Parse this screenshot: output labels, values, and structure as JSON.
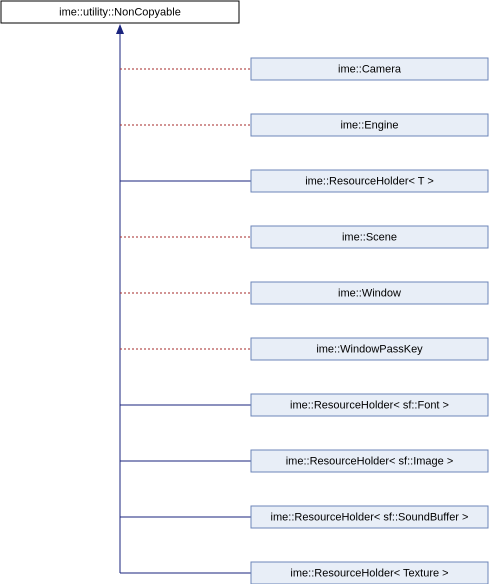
{
  "diagram": {
    "base": {
      "label": "ime::utility::NonCopyable"
    },
    "derived": [
      {
        "label": "ime::Camera",
        "relation": "private"
      },
      {
        "label": "ime::Engine",
        "relation": "private"
      },
      {
        "label": "ime::ResourceHolder< T >",
        "relation": "public"
      },
      {
        "label": "ime::Scene",
        "relation": "private"
      },
      {
        "label": "ime::Window",
        "relation": "private"
      },
      {
        "label": "ime::WindowPassKey",
        "relation": "private"
      },
      {
        "label": "ime::ResourceHolder< sf::Font >",
        "relation": "public"
      },
      {
        "label": "ime::ResourceHolder< sf::Image >",
        "relation": "public"
      },
      {
        "label": "ime::ResourceHolder< sf::SoundBuffer >",
        "relation": "public"
      },
      {
        "label": "ime::ResourceHolder< Texture >",
        "relation": "public"
      }
    ],
    "colors": {
      "base_fill": "#ffffff",
      "base_border": "#000000",
      "node_fill": "#e8eef7",
      "node_border": "#6c86b8",
      "public_edge": "#1a237e",
      "private_edge": "#a52a2a",
      "text": "#000000"
    }
  }
}
